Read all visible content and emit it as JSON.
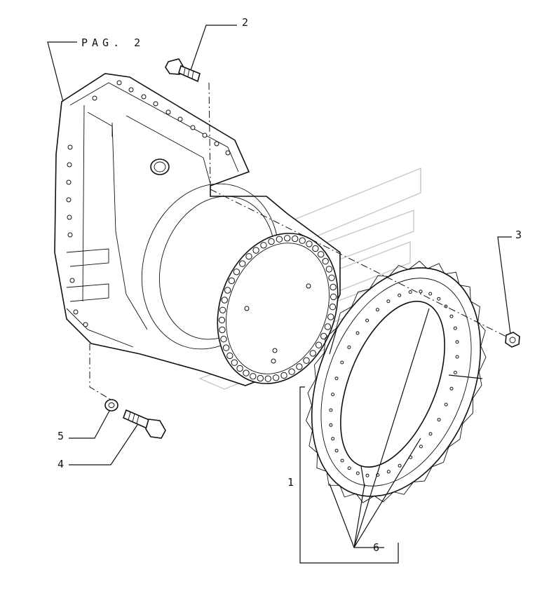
{
  "diagram": {
    "reference_label": "PAG. 2",
    "callouts": [
      {
        "id": "callout-1",
        "number": "1"
      },
      {
        "id": "callout-2",
        "number": "2"
      },
      {
        "id": "callout-3",
        "number": "3"
      },
      {
        "id": "callout-4",
        "number": "4"
      },
      {
        "id": "callout-5",
        "number": "5"
      },
      {
        "id": "callout-6",
        "number": "6"
      }
    ]
  },
  "colors": {
    "line": "#111111",
    "background": "#ffffff",
    "watermark": "#c8c8c8"
  }
}
